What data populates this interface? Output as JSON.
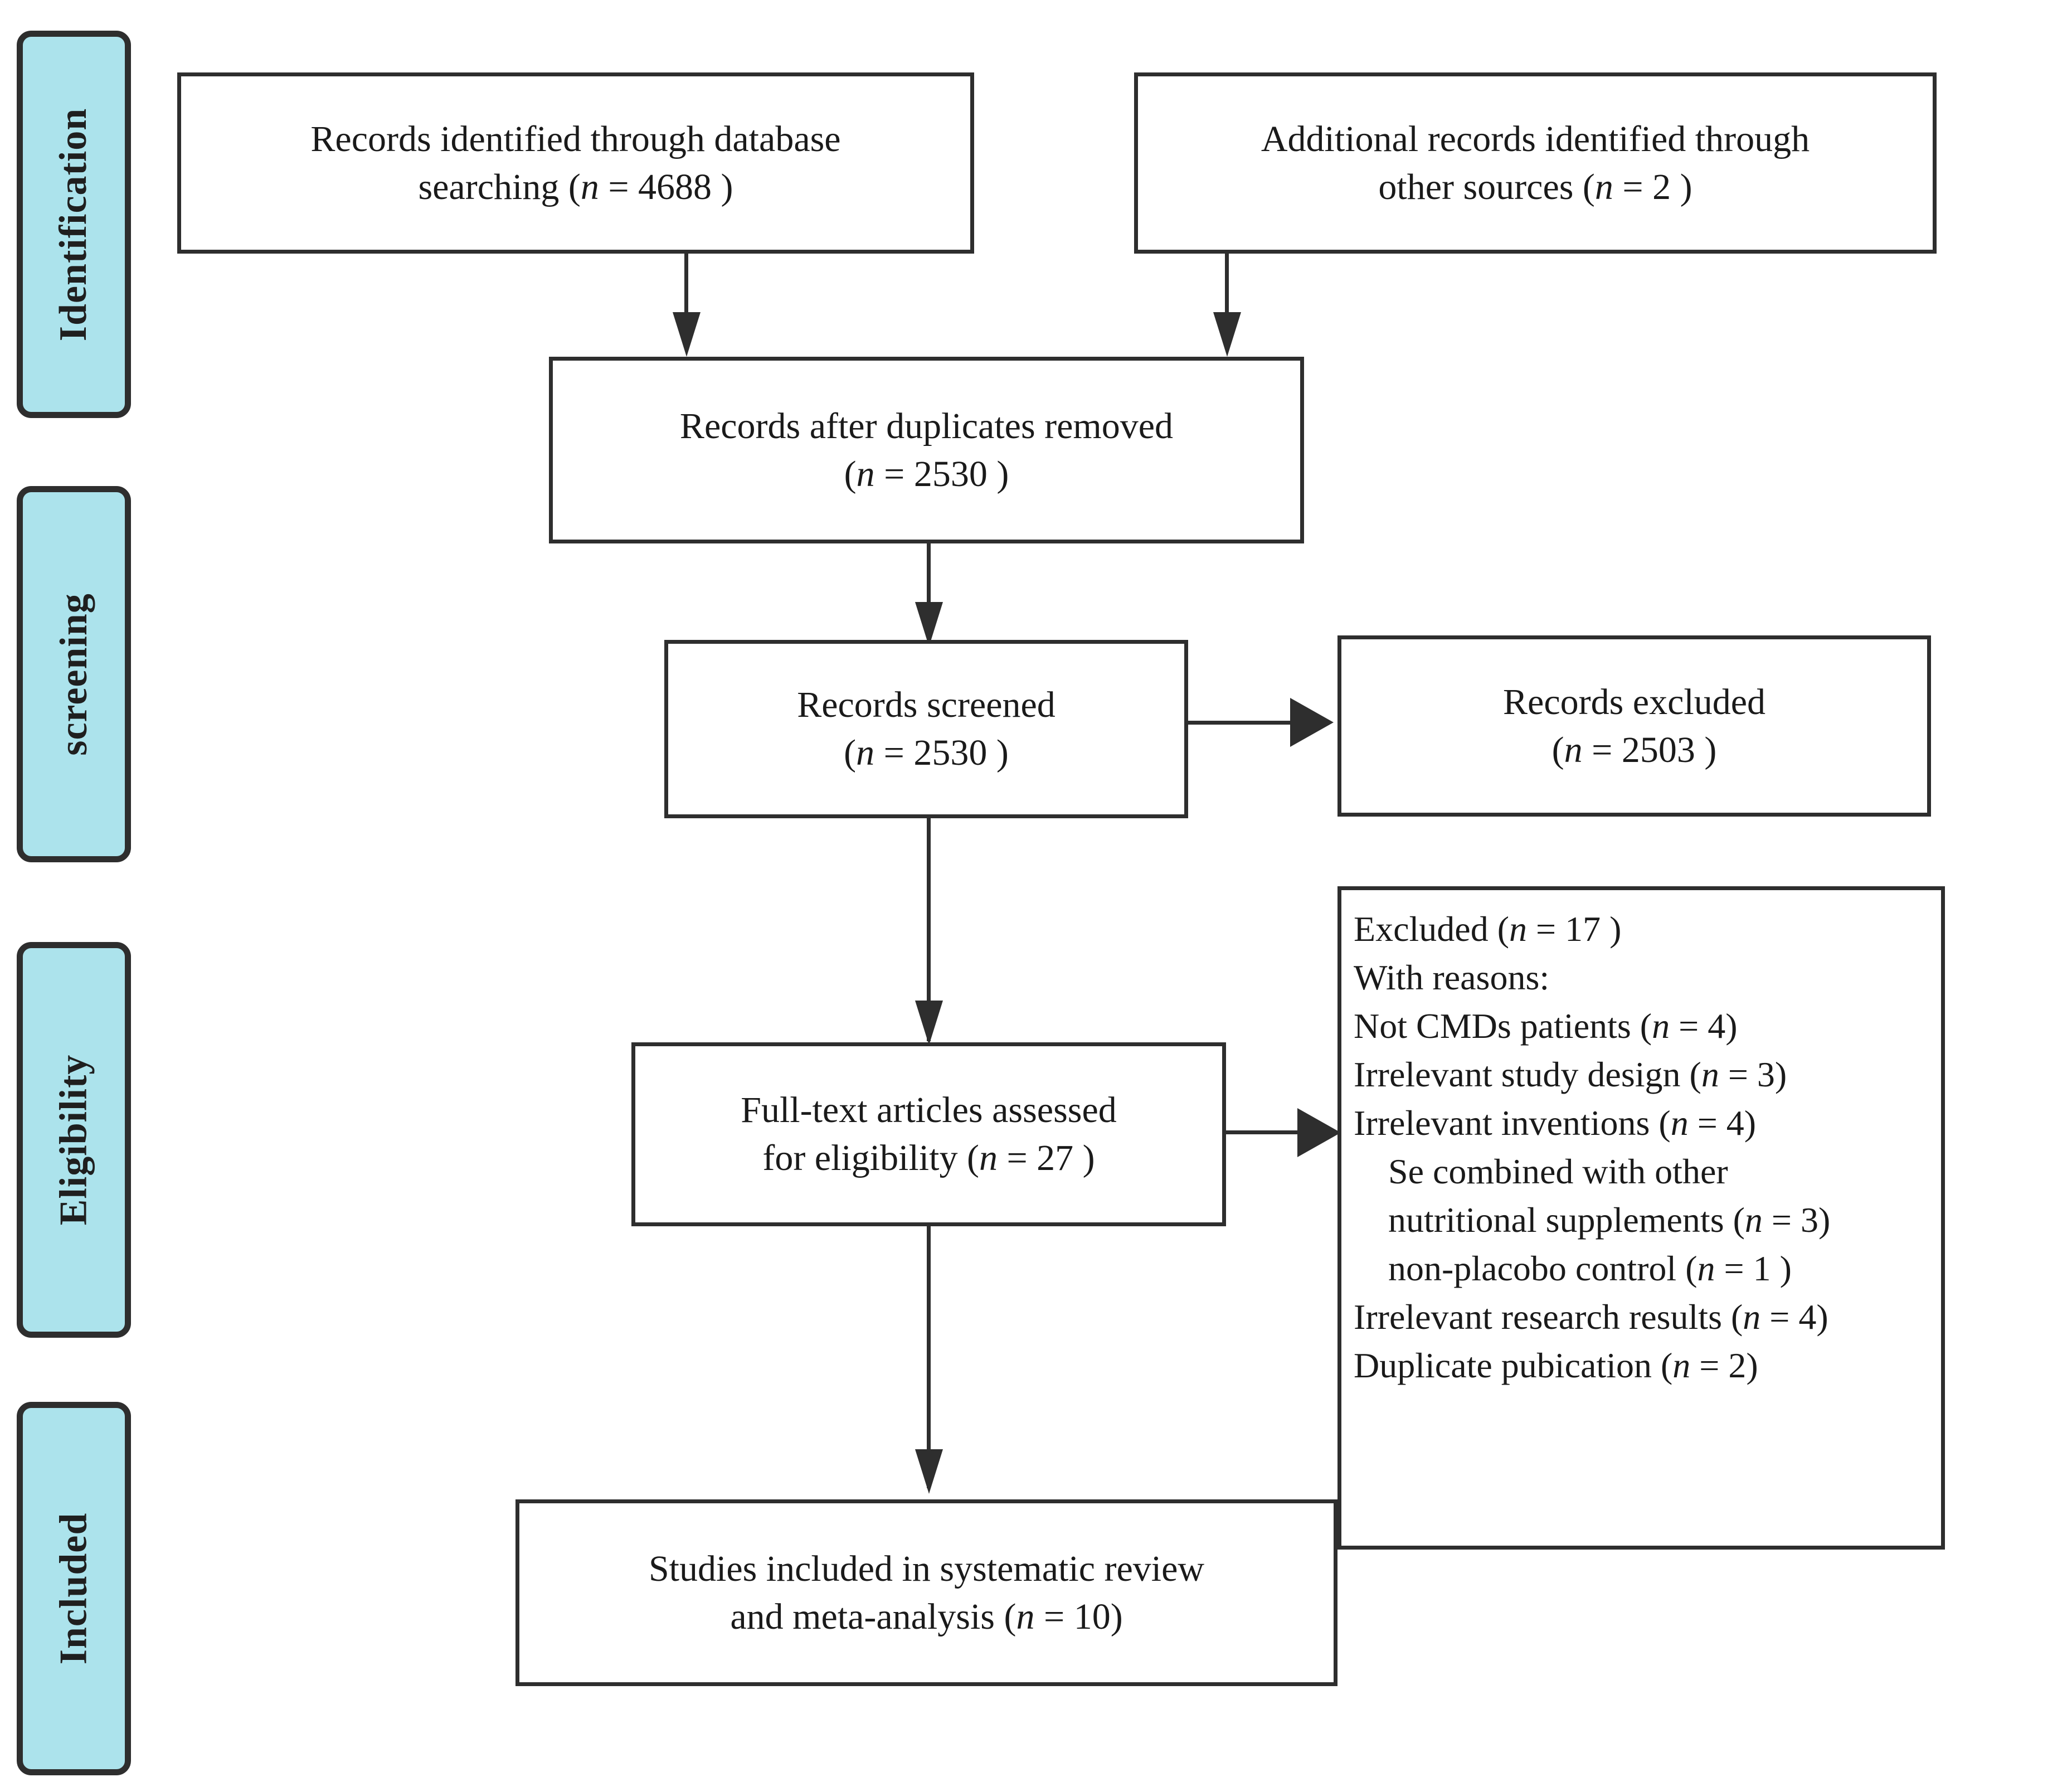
{
  "diagram": {
    "type": "prisma-flow-diagram",
    "title": "PRISMA study selection flow diagram",
    "accent_color": "#ACE3EC",
    "line_color": "#2e2e2e",
    "background_color": "#ffffff"
  },
  "phases": [
    {
      "id": "identification",
      "label": "Identification"
    },
    {
      "id": "screening",
      "label": "screening"
    },
    {
      "id": "eligibility",
      "label": "Eligibility"
    },
    {
      "id": "included",
      "label": "Included"
    }
  ],
  "boxes": {
    "database_search": {
      "line1": "Records identified through database",
      "line2_prefix": "searching (",
      "n_symbol": "n",
      "line2_suffix": " = 4688 )",
      "n_value": 4688
    },
    "other_sources": {
      "line1": "Additional records identified through",
      "line2_prefix": "other sources (",
      "n_symbol": "n",
      "line2_suffix": " = 2 )",
      "n_value": 2
    },
    "duplicates_removed": {
      "line1": "Records after duplicates removed",
      "line2_prefix": "(",
      "n_symbol": "n",
      "line2_suffix": " = 2530 )",
      "n_value": 2530
    },
    "records_screened": {
      "line1": "Records screened",
      "line2_prefix": "(",
      "n_symbol": "n",
      "line2_suffix": " = 2530 )",
      "n_value": 2530
    },
    "records_excluded": {
      "line1": "Records excluded",
      "line2_prefix": "(",
      "n_symbol": "n",
      "line2_suffix": " = 2503 )",
      "n_value": 2503
    },
    "fulltext_assessed": {
      "line1": "Full-text articles assessed",
      "line2_prefix": "for eligibility (",
      "n_symbol": "n",
      "line2_suffix": " = 27 )",
      "n_value": 27
    },
    "studies_included": {
      "line1": "Studies included in systematic review",
      "line2_prefix": "and meta-analysis (",
      "n_symbol": "n",
      "line2_suffix": " = 10)",
      "n_value": 10
    },
    "excluded_reasons": {
      "header_prefix": "Excluded (",
      "header_n_symbol": "n",
      "header_suffix": " = 17 )",
      "header_n_value": 17,
      "subheader": "With reasons:",
      "items": [
        {
          "label": "Not CMDs patients (",
          "n_symbol": "n",
          "suffix": " = 4)",
          "n_value": 4,
          "indent": false
        },
        {
          "label": "Irrelevant study design (",
          "n_symbol": "n",
          "suffix": " = 3)",
          "n_value": 3,
          "indent": false
        },
        {
          "label": "Irrelevant inventions (",
          "n_symbol": "n",
          "suffix": " = 4)",
          "n_value": 4,
          "indent": false
        },
        {
          "label": "Se combined with other",
          "n_symbol": "",
          "suffix": "",
          "n_value": null,
          "indent": true
        },
        {
          "label": "nutritional supplements (",
          "n_symbol": "n",
          "suffix": " = 3)",
          "n_value": 3,
          "indent": true
        },
        {
          "label": "non-placobo control (",
          "n_symbol": "n",
          "suffix": " = 1 )",
          "n_value": 1,
          "indent": true
        },
        {
          "label": "Irrelevant research results (",
          "n_symbol": "n",
          "suffix": " = 4)",
          "n_value": 4,
          "indent": false
        },
        {
          "label": "Duplicate pubication (",
          "n_symbol": "n",
          "suffix": " = 2)",
          "n_value": 2,
          "indent": false
        }
      ]
    }
  },
  "connectors": [
    {
      "id": "db-to-dedup",
      "from": "database_search",
      "to": "duplicates_removed",
      "direction": "down"
    },
    {
      "id": "other-to-dedup",
      "from": "other_sources",
      "to": "duplicates_removed",
      "direction": "down"
    },
    {
      "id": "dedup-to-screened",
      "from": "duplicates_removed",
      "to": "records_screened",
      "direction": "down"
    },
    {
      "id": "screened-to-excluded",
      "from": "records_screened",
      "to": "records_excluded",
      "direction": "right"
    },
    {
      "id": "screened-to-fulltext",
      "from": "records_screened",
      "to": "fulltext_assessed",
      "direction": "down"
    },
    {
      "id": "fulltext-to-reasons",
      "from": "fulltext_assessed",
      "to": "excluded_reasons",
      "direction": "right"
    },
    {
      "id": "fulltext-to-included",
      "from": "fulltext_assessed",
      "to": "studies_included",
      "direction": "down"
    }
  ]
}
